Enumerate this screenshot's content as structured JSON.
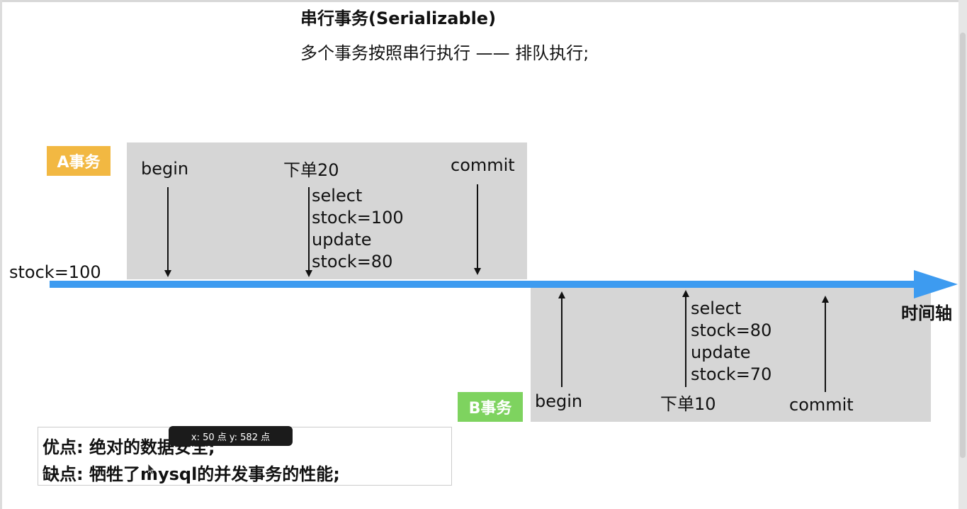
{
  "header": {
    "title": "串行事务(Serializable)",
    "subtitle": "多个事务按照串行执行 —— 排队执行;"
  },
  "transaction_a": {
    "tag": "A事务",
    "begin": "begin",
    "order": "下单20",
    "commit": "commit",
    "ops": [
      "select",
      "stock=100",
      "update",
      "stock=80"
    ]
  },
  "transaction_b": {
    "tag": "B事务",
    "begin": "begin",
    "order": "下单10",
    "commit": "commit",
    "ops": [
      "select",
      "stock=80",
      "update",
      "stock=70"
    ]
  },
  "timeline": {
    "initial_label": "stock=100",
    "axis_label": "时间轴",
    "color": "#3d9bf0"
  },
  "colors": {
    "box_gray": "#d6d6d6",
    "tag_a": "#f2b842",
    "tag_b": "#7ed35f"
  },
  "notes": {
    "pros": "优点: 绝对的数据安全;",
    "cons": "缺点: 牺牲了mysql的并发事务的性能;"
  },
  "tooltip": {
    "text": "x: 50 点 y: 582 点"
  }
}
